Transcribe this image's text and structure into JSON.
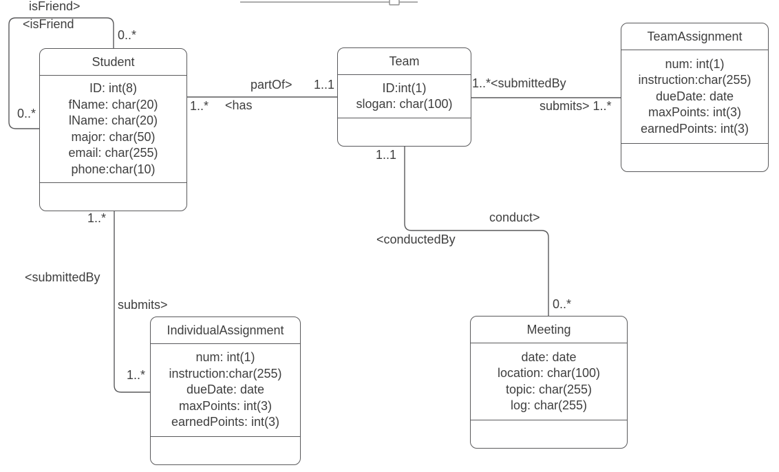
{
  "entities": {
    "student": {
      "title": "Student",
      "attributes": [
        "ID: int(8)",
        "fName: char(20)",
        "lName: char(20)",
        "major: char(50)",
        "email: char(255)",
        "phone:char(10)"
      ]
    },
    "team": {
      "title": "Team",
      "attributes": [
        "ID:int(1)",
        "slogan: char(100)"
      ]
    },
    "team_assignment": {
      "title": "TeamAssignment",
      "attributes": [
        "num: int(1)",
        "instruction:char(255)",
        "dueDate: date",
        "maxPoints: int(3)",
        "earnedPoints: int(3)"
      ]
    },
    "individual_assignment": {
      "title": "IndividualAssignment",
      "attributes": [
        "num: int(1)",
        "instruction:char(255)",
        "dueDate: date",
        "maxPoints: int(3)",
        "earnedPoints: int(3)"
      ]
    },
    "meeting": {
      "title": "Meeting",
      "attributes": [
        "date: date",
        "location: char(100)",
        "topic: char(255)",
        "log: char(255)"
      ]
    }
  },
  "relationships": {
    "isfriend": {
      "forward_label": "isFriend>",
      "reverse_label": "<isFriend",
      "mult_top": "0..*",
      "mult_left": "0..*"
    },
    "partof_has": {
      "forward_label": "partOf>",
      "reverse_label": "<has",
      "mult_team": "1..1",
      "mult_student": "1..*"
    },
    "team_submits": {
      "top_label": "1..*<submittedBy",
      "bottom_label": "submits> 1..*"
    },
    "conduct": {
      "forward_label": "conduct>",
      "reverse_label": "<conductedBy",
      "mult_team": "1..1",
      "mult_meeting": "0..*"
    },
    "student_submits": {
      "forward_label": "submits>",
      "reverse_label": "<submittedBy",
      "mult_student": "1..*",
      "mult_assignment": "1..*"
    }
  },
  "colors": {
    "stroke": "#58585a",
    "text": "#3e3e3e",
    "background": "#ffffff",
    "clipped_line": "#ababab"
  }
}
